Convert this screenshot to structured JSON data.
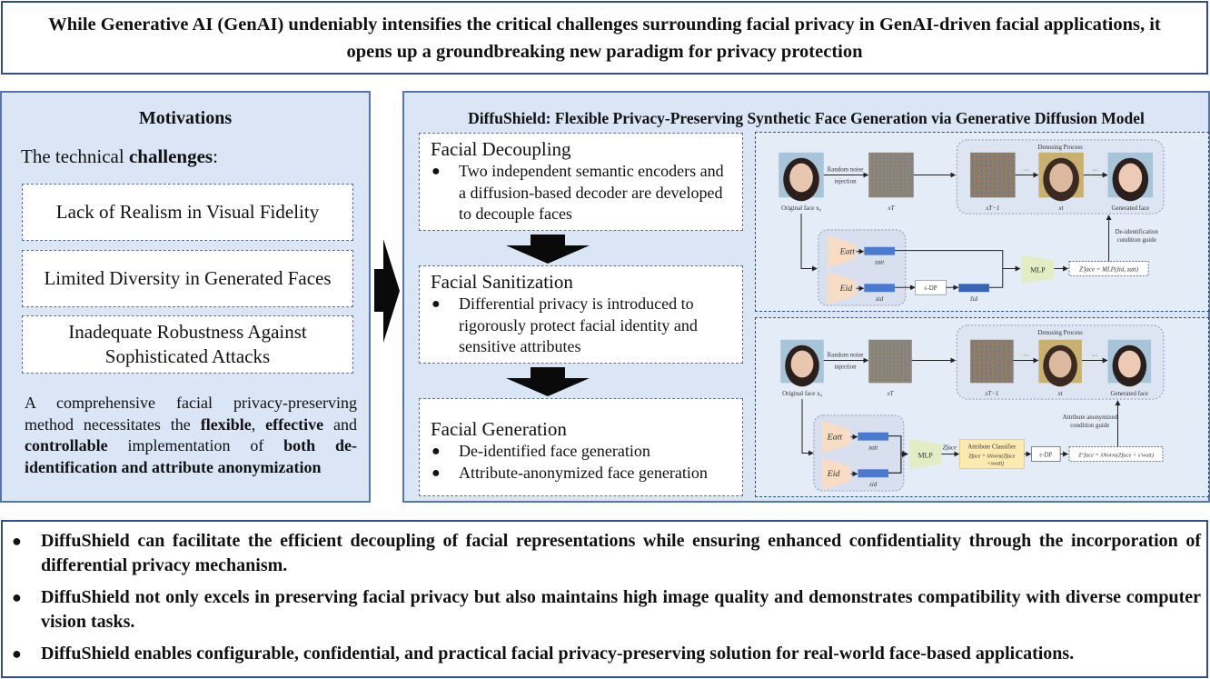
{
  "banner": {
    "text": "While Generative AI (GenAI) undeniably intensifies the critical challenges surrounding facial privacy in GenAI-driven facial applications, it opens up a groundbreaking new paradigm for privacy protection"
  },
  "motivations": {
    "title": "Motivations",
    "subtitle_prefix": "The technical ",
    "subtitle_bold": "challenges",
    "subtitle_suffix": ":",
    "challenges": [
      "Lack of Realism in Visual Fidelity",
      "Limited Diversity in Generated Faces",
      "Inadequate Robustness Against Sophisticated Attacks"
    ],
    "paragraph": {
      "p1": "A comprehensive facial privacy-preserving method necessitates the ",
      "b1": "flexible",
      "p2": ", ",
      "b2": "effective",
      "p3": " and ",
      "b3": "controllable",
      "p4": " implementation of ",
      "b4": "both de-identification and attribute anonymization"
    }
  },
  "method": {
    "title": "DiffuShield: Flexible Privacy-Preserving Synthetic Face Generation via Generative Diffusion Model",
    "steps": [
      {
        "title": "Facial Decoupling",
        "bullets": [
          "Two independent semantic encoders and a diffusion-based decoder are developed to decouple faces"
        ]
      },
      {
        "title": "Facial Sanitization",
        "bullets": [
          "Differential privacy is introduced to rigorously protect facial identity and sensitive attributes"
        ]
      },
      {
        "title": "Facial Generation",
        "bullets": [
          "De-identified face generation",
          "Attribute-anonymized face generation"
        ]
      }
    ],
    "bullet_glyph": "●"
  },
  "diagram": {
    "original_face": "Original face x₀",
    "noise_label_1": "Random noise",
    "noise_label_2": "injection",
    "x_T": "xT",
    "denoising": "Denosing Process",
    "x_T_minus_1": "xT−1",
    "x_t": "xt",
    "generated": "Generated face",
    "ellipsis": "···",
    "E_att": "Eatt",
    "E_id": "Eid",
    "z_att": "zatt",
    "z_id": "zid",
    "z_id_hat": "ẑid",
    "edp": "ε-DP",
    "mlp": "MLP",
    "top": {
      "guide_1": "De-identification",
      "guide_2": "condition guide",
      "formula": "Z′face = MLP(ẑid, zatt)"
    },
    "bottom": {
      "guide_1": "Attribute anonymized",
      "guide_2": "condition guide",
      "z_face": "Zface",
      "classifier_title": "Attribute Classifier",
      "classifier_f1": "Zface = λNorm(Zface",
      "classifier_f2": "+swatt)",
      "formula": "Z″face = λNorm(Zface + s′watt)"
    }
  },
  "conclusions": [
    "DiffuShield can facilitate the efficient decoupling of facial representations while ensuring enhanced confidentiality through the incorporation of differential privacy mechanism.",
    "DiffuShield not only excels in preserving facial privacy but also maintains high image quality and demonstrates compatibility with diverse computer vision tasks.",
    "DiffuShield enables configurable, confidential, and practical facial privacy-preserving solution for real-world face-based applications."
  ]
}
